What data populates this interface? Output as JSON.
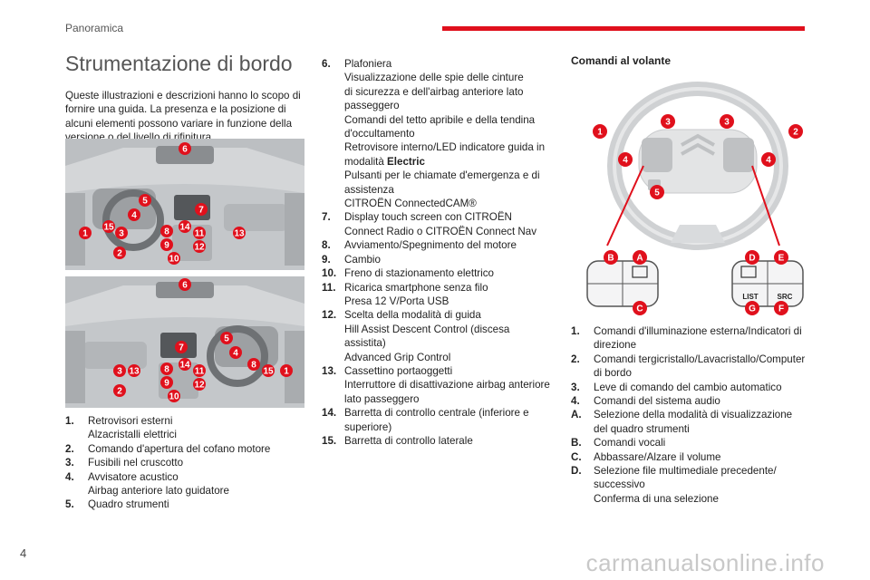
{
  "header": {
    "section": "Panoramica"
  },
  "page_number": "4",
  "watermark": "carmanualsonline.info",
  "title": "Strumentazione di bordo",
  "intro": "Queste illustrazioni e descrizioni hanno lo scopo di fornire una guida. La presenza e la posizione di alcuni elementi possono variare in funzione della versione o del livello di rifinitura.",
  "callouts_top": [
    "1",
    "2",
    "3",
    "4",
    "5",
    "6",
    "7",
    "8",
    "9",
    "10",
    "11",
    "12",
    "13",
    "14",
    "15"
  ],
  "callouts_bottom": [
    "1",
    "2",
    "3",
    "4",
    "5",
    "6",
    "7",
    "8",
    "9",
    "10",
    "11",
    "12",
    "13",
    "14",
    "15"
  ],
  "items_col1": [
    {
      "num": "1.",
      "lines": [
        "Retrovisori esterni",
        "Alzacristalli elettrici"
      ]
    },
    {
      "num": "2.",
      "lines": [
        "Comando d'apertura del cofano motore"
      ]
    },
    {
      "num": "3.",
      "lines": [
        "Fusibili nel cruscotto"
      ]
    },
    {
      "num": "4.",
      "lines": [
        "Avvisatore acustico",
        "Airbag anteriore lato guidatore"
      ]
    },
    {
      "num": "5.",
      "lines": [
        "Quadro strumenti"
      ]
    }
  ],
  "items_col2": [
    {
      "num": "6.",
      "lines": [
        "Plafoniera",
        "Visualizzazione delle spie delle cinture",
        "di sicurezza e dell'airbag anteriore lato",
        "passeggero",
        "Comandi del tetto apribile e della tendina",
        "d'occultamento",
        "Retrovisore interno/LED indicatore guida in",
        "modalità "
      ],
      "bold_suffix": "Electric",
      "lines_after": [
        "Pulsanti per le chiamate d'emergenza e di",
        "assistenza",
        "CITROËN ConnectedCAM®"
      ]
    },
    {
      "num": "7.",
      "lines": [
        "Display touch screen con CITROËN",
        "Connect Radio o CITROËN Connect Nav"
      ]
    },
    {
      "num": "8.",
      "lines": [
        "Avviamento/Spegnimento del motore"
      ]
    },
    {
      "num": "9.",
      "lines": [
        "Cambio"
      ]
    },
    {
      "num": "10.",
      "lines": [
        "Freno di stazionamento elettrico"
      ]
    },
    {
      "num": "11.",
      "lines": [
        "Ricarica smartphone senza filo",
        "Presa 12 V/Porta USB"
      ]
    },
    {
      "num": "12.",
      "lines": [
        "Scelta della modalità di guida",
        "Hill Assist Descent Control (discesa",
        "assistita)",
        "Advanced Grip Control"
      ]
    },
    {
      "num": "13.",
      "lines": [
        "Cassettino portaoggetti",
        "Interruttore di disattivazione airbag anteriore",
        "lato passeggero"
      ]
    },
    {
      "num": "14.",
      "lines": [
        "Barretta di controllo centrale (inferiore e",
        "superiore)"
      ]
    },
    {
      "num": "15.",
      "lines": [
        "Barretta di controllo laterale"
      ]
    }
  ],
  "steering": {
    "title": "Comandi al volante",
    "callouts": [
      "1",
      "2",
      "3",
      "3",
      "4",
      "4",
      "5",
      "A",
      "B",
      "C",
      "D",
      "E",
      "F",
      "G"
    ],
    "button_labels": {
      "list": "LIST",
      "src": "SRC"
    }
  },
  "items_col3": [
    {
      "num": "1.",
      "lines": [
        "Comandi d'illuminazione esterna/Indicatori di",
        "direzione"
      ]
    },
    {
      "num": "2.",
      "lines": [
        "Comandi tergicristallo/Lavacristallo/Computer",
        "di bordo"
      ]
    },
    {
      "num": "3.",
      "lines": [
        "Leve di comando del cambio automatico"
      ]
    },
    {
      "num": "4.",
      "lines": [
        "Comandi del sistema audio"
      ]
    },
    {
      "num": "A.",
      "lines": [
        "Selezione della modalità di visualizzazione",
        "del quadro strumenti"
      ]
    },
    {
      "num": "B.",
      "lines": [
        "Comandi vocali"
      ]
    },
    {
      "num": "C.",
      "lines": [
        "Abbassare/Alzare il volume"
      ]
    },
    {
      "num": "D.",
      "lines": [
        "Selezione file multimediale precedente/",
        "successivo",
        "Conferma di una selezione"
      ]
    }
  ],
  "colors": {
    "accent": "#e0101c"
  }
}
